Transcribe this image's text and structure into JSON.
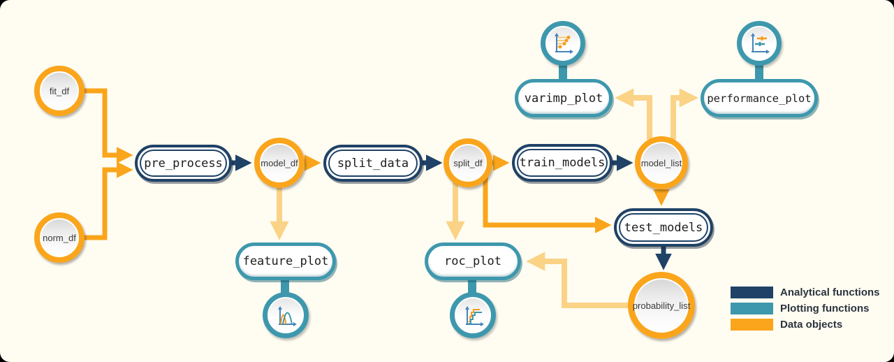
{
  "nodes": {
    "fit_df": "fit_df",
    "norm_df": "norm_df",
    "pre_process": "pre_process",
    "model_df": "model_df",
    "split_data": "split_data",
    "split_df": "split_df",
    "train_models": "train_models",
    "model_list": "model_list",
    "varimp_plot": "varimp_plot",
    "performance_plot": "performance_plot",
    "test_models": "test_models",
    "probability_list": "probability_list",
    "feature_plot": "feature_plot",
    "roc_plot": "roc_plot"
  },
  "legend": {
    "items": [
      {
        "label": "Analytical functions",
        "color": "#1F4266"
      },
      {
        "label": "Plotting functions",
        "color": "#3E98AD"
      },
      {
        "label": "Data objects",
        "color": "#FAA51B"
      }
    ]
  },
  "colors": {
    "background": "#FFFDF2",
    "navy": "#1F4266",
    "teal": "#3E98AD",
    "orange": "#FAA51B",
    "light-yellow": "#FAD387",
    "icon-axis-blue": "#4484B8",
    "icon-orange": "#F69C1E"
  }
}
